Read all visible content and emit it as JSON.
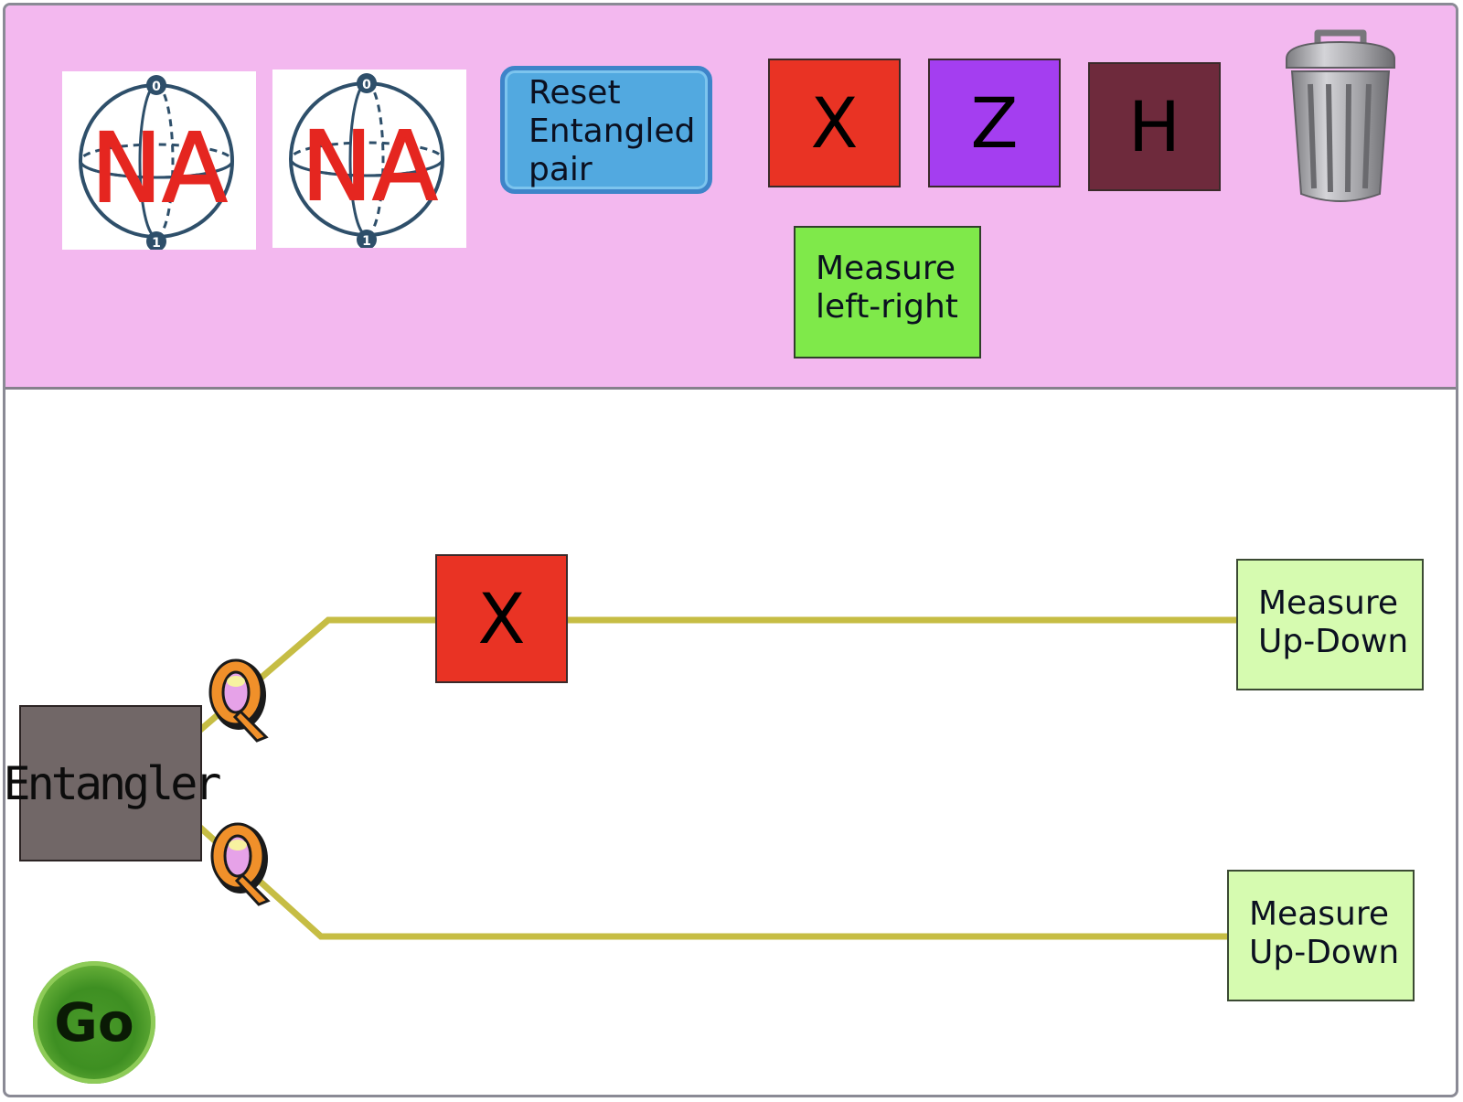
{
  "toolbox": {
    "bloch_spheres": [
      {
        "state_label": "NA",
        "top_label": "0",
        "bottom_label": "1"
      },
      {
        "state_label": "NA",
        "top_label": "0",
        "bottom_label": "1"
      }
    ],
    "reset_button": {
      "lines": [
        "Reset",
        "Entangled",
        "pair"
      ]
    },
    "gates": {
      "x": {
        "label": "X",
        "color": "#e93324"
      },
      "z": {
        "label": "Z",
        "color": "#a43ef0"
      },
      "h": {
        "label": "H",
        "color": "#6e2a3c"
      }
    },
    "measure_left_right": {
      "lines": [
        "Measure",
        "left-right"
      ],
      "color": "#7fe94a"
    },
    "trash_icon": "trash-can-icon"
  },
  "circuit": {
    "entangler_label": "Entangler",
    "qubit_icon": "q-qubit-icon",
    "wire_color": "#c6bd44",
    "top_gate": {
      "label": "X",
      "color": "#e93324"
    },
    "top_measure": {
      "lines": [
        "Measure",
        "Up-Down"
      ]
    },
    "bottom_measure": {
      "lines": [
        "Measure",
        "Up-Down"
      ]
    },
    "go_button": "Go"
  },
  "colors": {
    "toolbox_bg": "#f3b8ef",
    "reset_blue": "#52a9e0",
    "measure_ud_bg": "#d6fbb0",
    "entangler_bg": "#716767"
  }
}
